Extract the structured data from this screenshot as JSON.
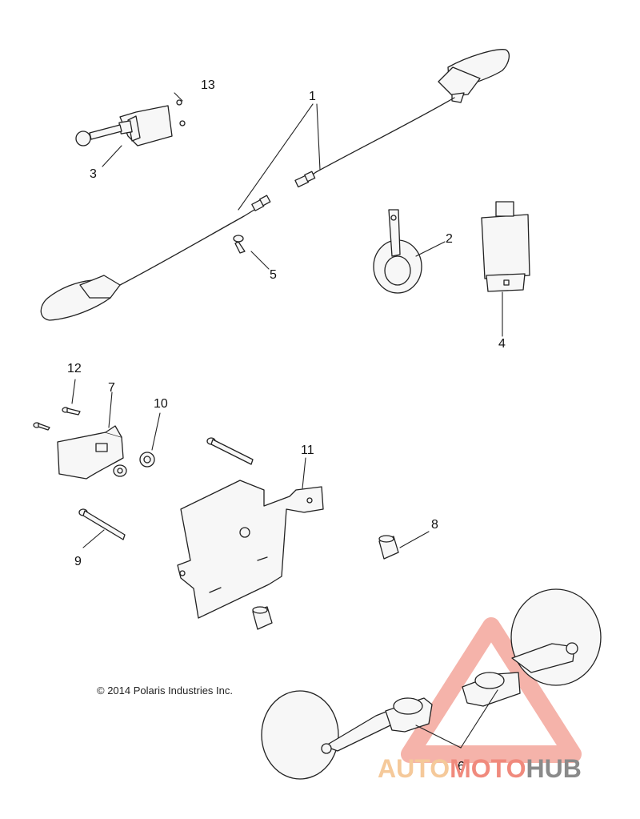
{
  "diagram": {
    "callouts": [
      {
        "id": "callout-1",
        "text": "1"
      },
      {
        "id": "callout-2",
        "text": "2"
      },
      {
        "id": "callout-3",
        "text": "3"
      },
      {
        "id": "callout-4",
        "text": "4"
      },
      {
        "id": "callout-5",
        "text": "5"
      },
      {
        "id": "callout-6",
        "text": "6"
      },
      {
        "id": "callout-7",
        "text": "7"
      },
      {
        "id": "callout-8",
        "text": "8"
      },
      {
        "id": "callout-9",
        "text": "9"
      },
      {
        "id": "callout-10",
        "text": "10"
      },
      {
        "id": "callout-11",
        "text": "11"
      },
      {
        "id": "callout-12",
        "text": "12"
      },
      {
        "id": "callout-13",
        "text": "13"
      }
    ],
    "copyright": "© 2014 Polaris Industries Inc.",
    "watermark": {
      "part1": "AUTO",
      "part2": "MOTO",
      "part3": "HUB",
      "colors": {
        "auto": "#f5c99a",
        "moto": "#f08a7d",
        "hub": "#8a8a8a",
        "triangle": "#f29a8e"
      }
    },
    "line_color": "#222222",
    "part_fill": "#f7f7f7"
  }
}
